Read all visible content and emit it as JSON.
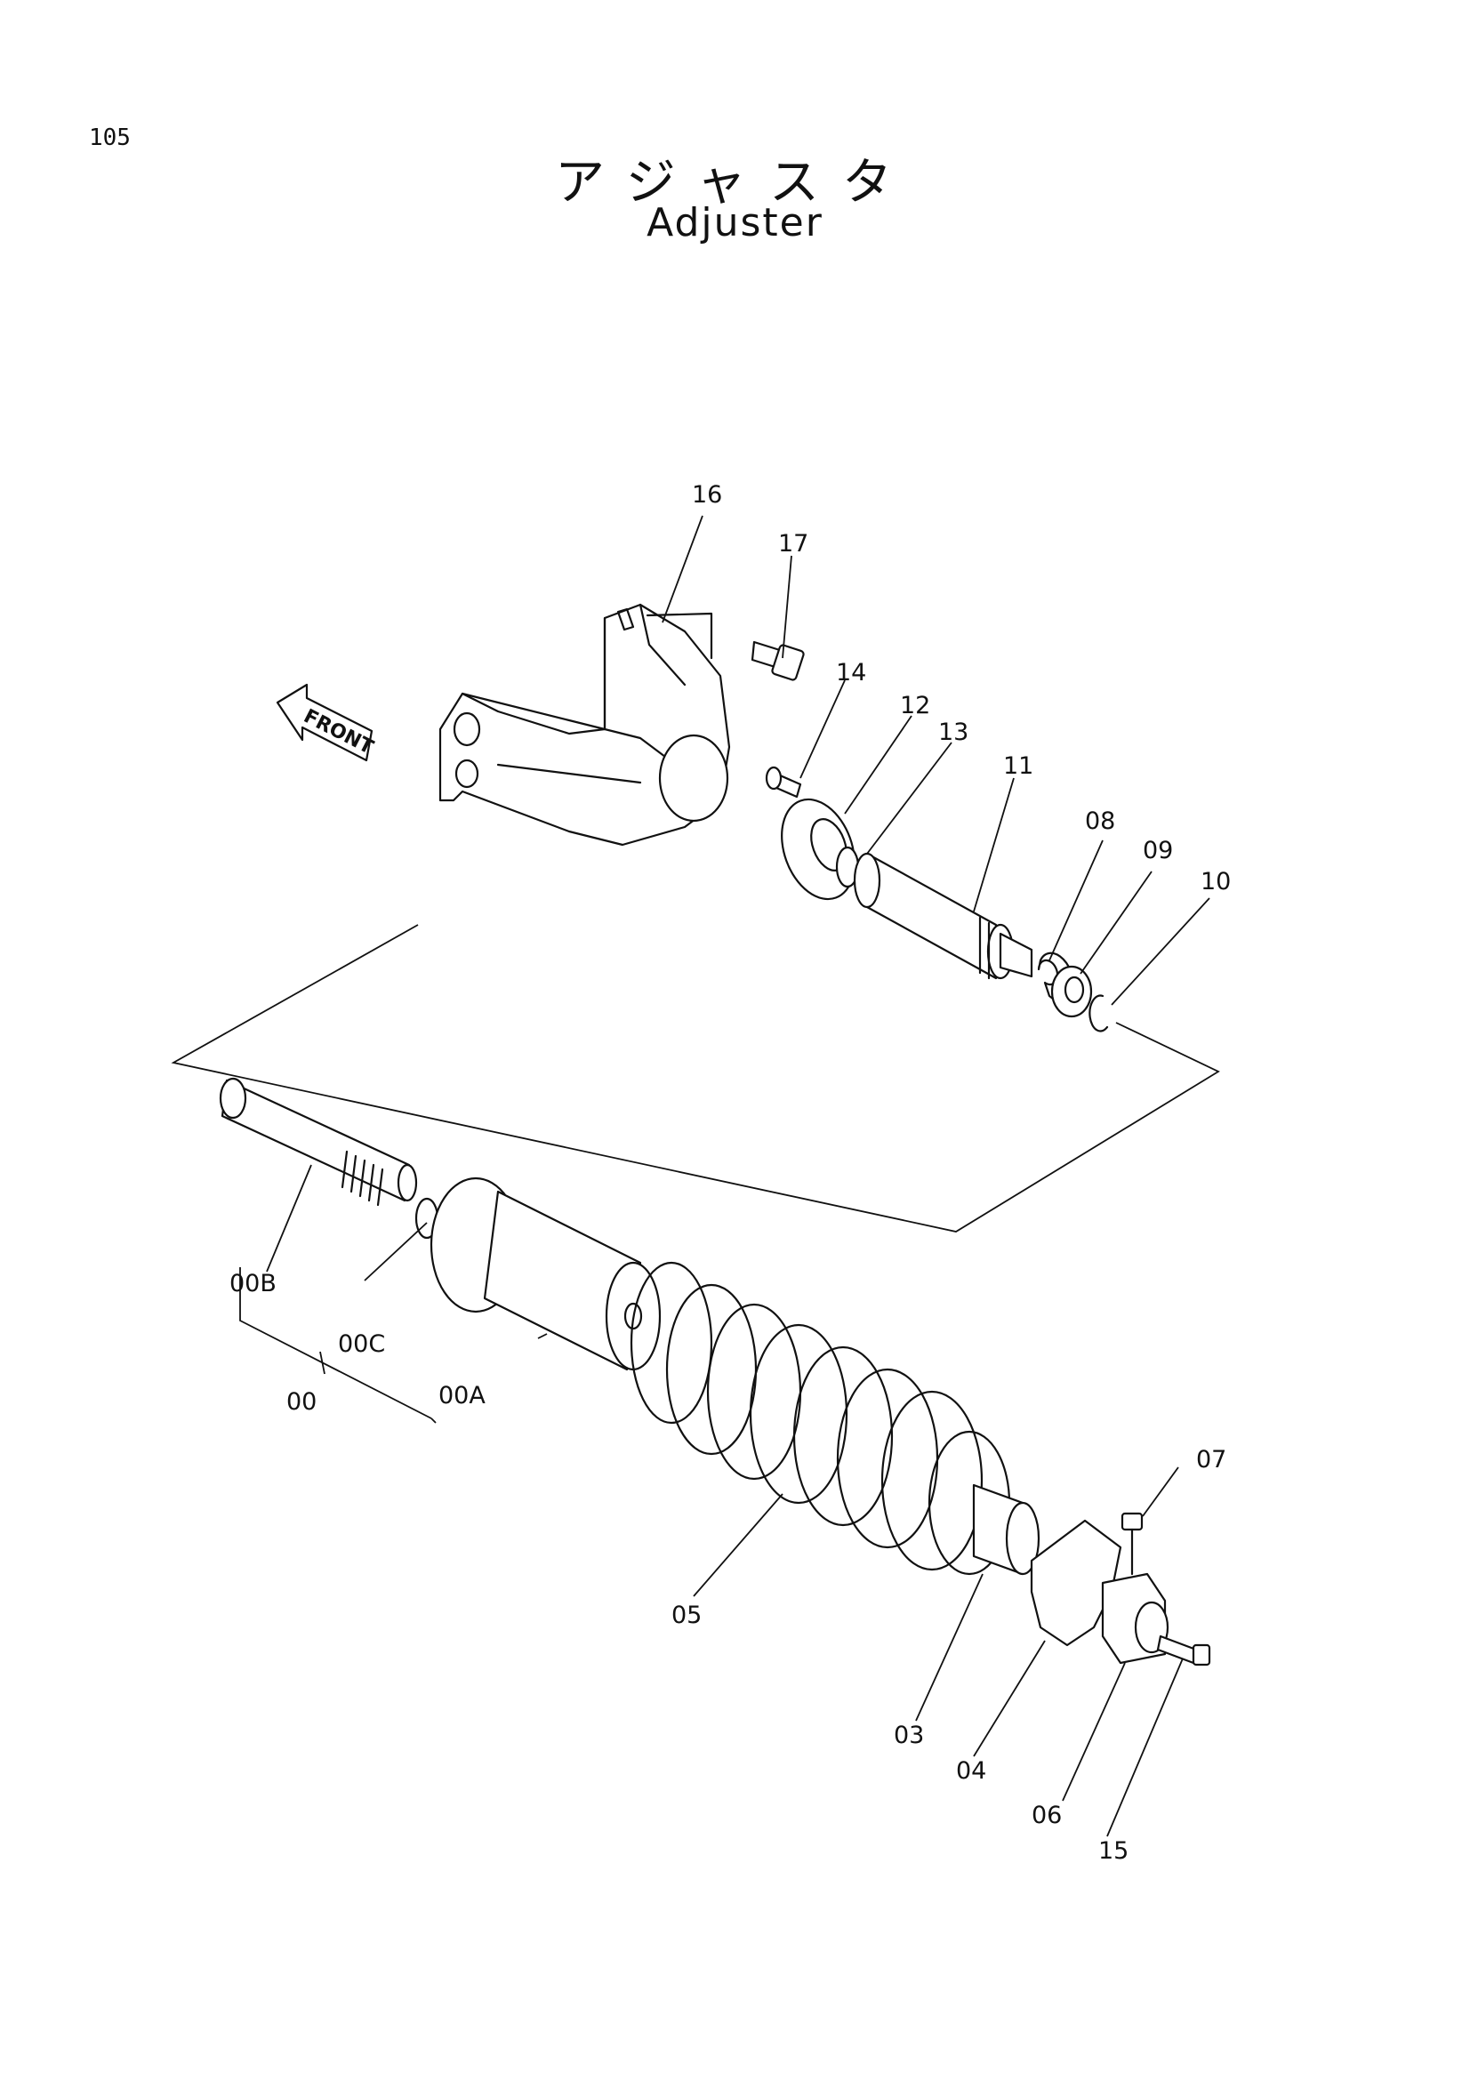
{
  "page": {
    "number": "105"
  },
  "title": {
    "japanese": "アジャスタ",
    "english": "Adjuster"
  },
  "front_indicator": {
    "label": "FRONT",
    "icon": "front-arrow-icon"
  },
  "callouts": [
    {
      "id": "16",
      "label": "16"
    },
    {
      "id": "17",
      "label": "17"
    },
    {
      "id": "14",
      "label": "14"
    },
    {
      "id": "12",
      "label": "12"
    },
    {
      "id": "13",
      "label": "13"
    },
    {
      "id": "11",
      "label": "11"
    },
    {
      "id": "08",
      "label": "08"
    },
    {
      "id": "09",
      "label": "09"
    },
    {
      "id": "10",
      "label": "10"
    },
    {
      "id": "00B",
      "label": "00B"
    },
    {
      "id": "00C",
      "label": "00C"
    },
    {
      "id": "00",
      "label": "00"
    },
    {
      "id": "00A",
      "label": "00A"
    },
    {
      "id": "07",
      "label": "07"
    },
    {
      "id": "05",
      "label": "05"
    },
    {
      "id": "03",
      "label": "03"
    },
    {
      "id": "04",
      "label": "04"
    },
    {
      "id": "06",
      "label": "06"
    },
    {
      "id": "15",
      "label": "15"
    }
  ]
}
